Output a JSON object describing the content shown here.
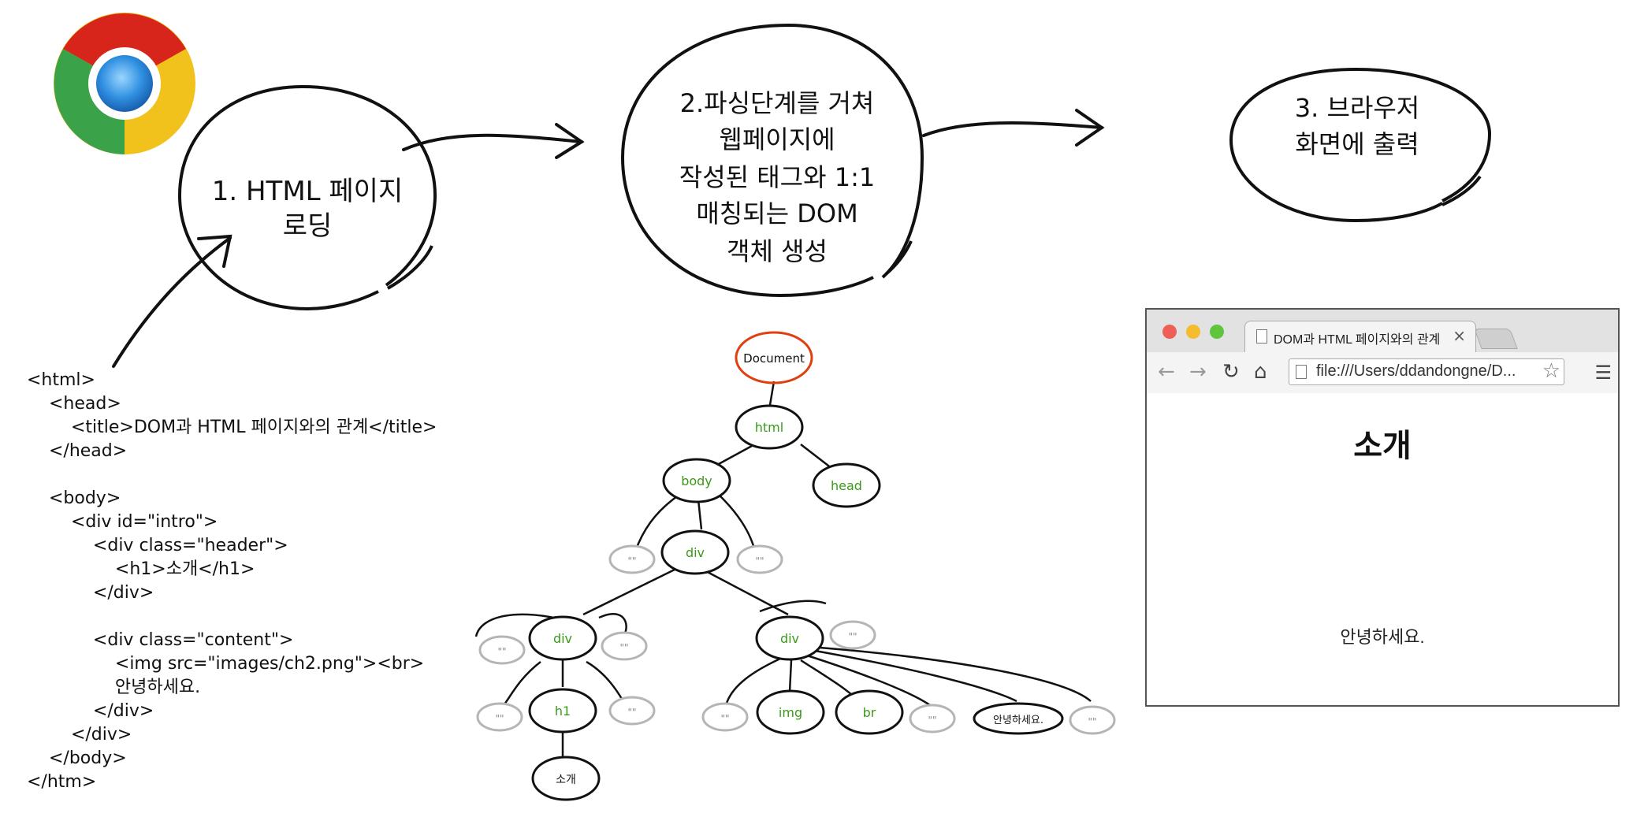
{
  "steps": [
    {
      "lines": [
        "1. HTML 페이지",
        "로딩"
      ]
    },
    {
      "lines": [
        "2.파싱단계를 거쳐",
        "웹페이지에",
        "작성된 태그와 1:1",
        "매칭되는 DOM",
        "객체 생성"
      ]
    },
    {
      "lines": [
        "3. 브라우저",
        "화면에 출력"
      ]
    }
  ],
  "code_lines": [
    "<html>",
    "    <head>",
    "        <title>DOM과 HTML 페이지와의 관계</title>",
    "    </head>",
    "",
    "    <body>",
    "        <div id=\"intro\">",
    "            <div class=\"header\">",
    "                <h1>소개</h1>",
    "            </div>",
    "",
    "            <div class=\"content\">",
    "                <img src=\"images/ch2.png\"><br>",
    "                안녕하세요.",
    "            </div>",
    "        </div>",
    "    </body>",
    "</htm>"
  ],
  "tree": {
    "document": "Document",
    "html": "html",
    "body": "body",
    "head": "head",
    "div_intro": "div",
    "div_header": "div",
    "div_content": "div",
    "h1": "h1",
    "h1_text": "소개",
    "img": "img",
    "br": "br",
    "content_text": "안녕하세요.",
    "empty_text": "\"\""
  },
  "browser": {
    "tab_title": "DOM과 HTML 페이지와의 관계",
    "tab_close": "×",
    "url": "file:///Users/ddandongne/D...",
    "heading": "소개",
    "paragraph": "안녕하세요."
  },
  "colors": {
    "ink": "#111111",
    "element_text": "#3a9a1a",
    "document_border": "#e04010",
    "empty_node": "#b5b5b5",
    "dot_red": "#ed5f57",
    "dot_yellow": "#f5bd2e",
    "dot_green": "#5fc53c"
  },
  "icons": [
    "chrome-logo-icon",
    "arrow-icon",
    "back-icon",
    "forward-icon",
    "reload-icon",
    "home-icon",
    "page-icon",
    "star-icon",
    "menu-icon",
    "close-icon"
  ]
}
